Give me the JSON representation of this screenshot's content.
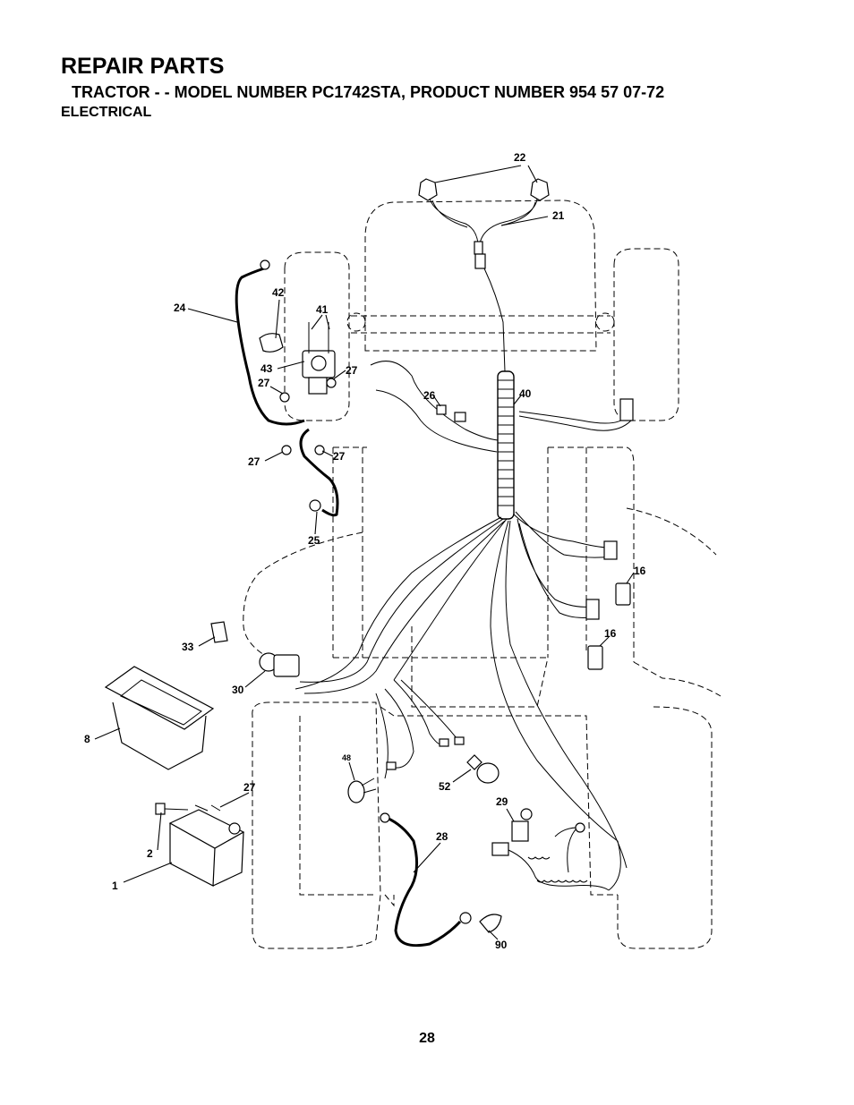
{
  "header": {
    "title": "REPAIR PARTS",
    "subtitle": "TRACTOR - - MODEL NUMBER PC1742STA, PRODUCT NUMBER 954 57 07-72",
    "section": "ELECTRICAL"
  },
  "callouts": [
    "22",
    "21",
    "24",
    "42",
    "41",
    "43",
    "27",
    "27",
    "26",
    "40",
    "27",
    "27",
    "25",
    "16",
    "16",
    "33",
    "30",
    "8",
    "48",
    "52",
    "27",
    "29",
    "28",
    "2",
    "1",
    "90"
  ],
  "footer": {
    "page_number": "28"
  }
}
